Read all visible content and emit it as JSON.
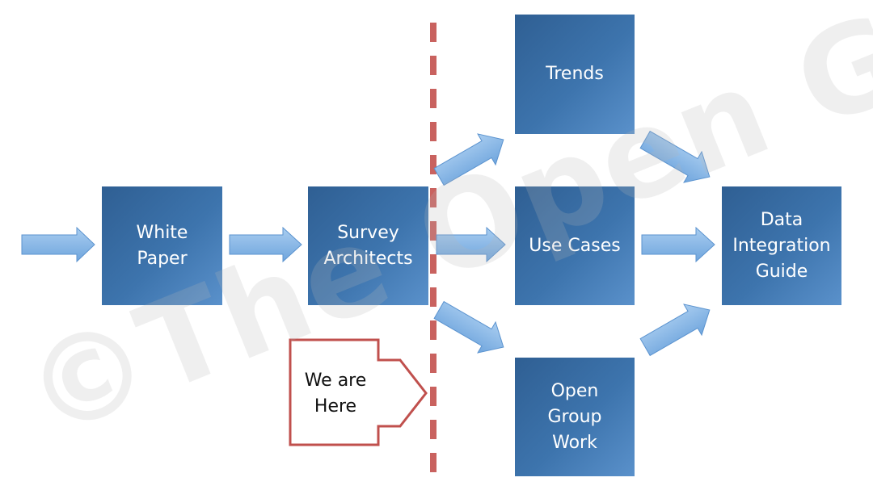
{
  "boxes": {
    "white_paper": "White\nPaper",
    "survey_architects": "Survey\nArchitects",
    "trends": "Trends",
    "use_cases": "Use Cases",
    "open_group_work": "Open\nGroup\nWork",
    "data_integration_guide": "Data\nIntegration\nGuide"
  },
  "marker": {
    "label": "We are\nHere"
  },
  "watermark": "©The Open Group",
  "colors": {
    "box": "#3a6fa6",
    "arrow_fill": "#7fb2e5",
    "arrow_stroke": "#5b93cf",
    "divider": "#c9625f",
    "marker_outline": "#c0504d"
  }
}
